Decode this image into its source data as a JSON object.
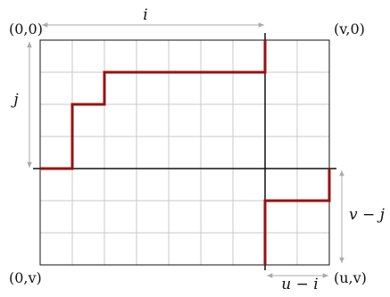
{
  "colors": {
    "path": "#9b1010",
    "grid": "#c8c8c8",
    "axis": "#111111",
    "dim": "#aaaaaa",
    "text": "#111111"
  },
  "labels": {
    "top_left": "(0,0)",
    "top_right": "(v,0)",
    "bottom_left": "(0,v)",
    "bottom_right": "(u,v)",
    "dim_i": "i",
    "dim_j": "j",
    "dim_v_minus_j": "v − j",
    "dim_u_minus_i": "u − i"
  },
  "grid": {
    "columns": 9,
    "rows": 7,
    "split_column": 7,
    "split_row": 4
  },
  "path_upper": [
    [
      0,
      4
    ],
    [
      1,
      4
    ],
    [
      1,
      2
    ],
    [
      2,
      2
    ],
    [
      2,
      1
    ],
    [
      7,
      1
    ],
    [
      7,
      0
    ]
  ],
  "path_lower": [
    [
      7,
      7
    ],
    [
      7,
      5
    ],
    [
      9,
      5
    ],
    [
      9,
      4
    ]
  ]
}
